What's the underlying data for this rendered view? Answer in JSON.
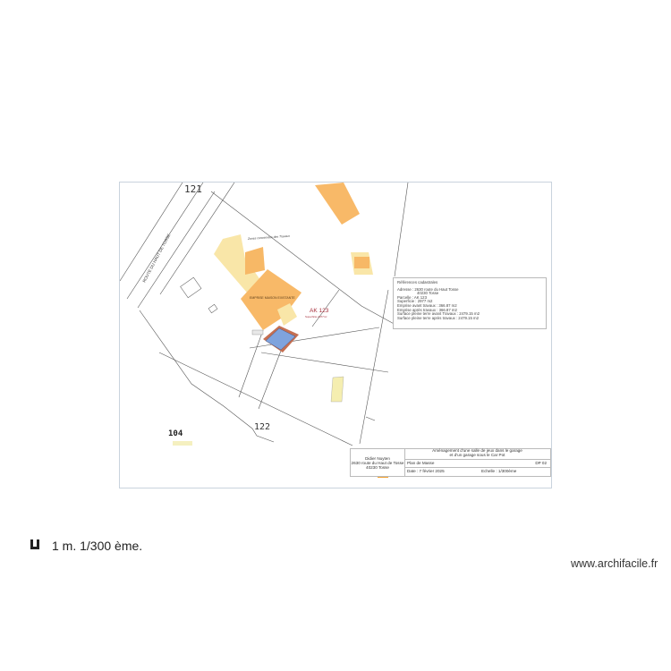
{
  "plan": {
    "parcel_numbers": {
      "north": "121",
      "south": "122",
      "southwest": "104",
      "main_label": "AK 123",
      "main_sublabel": "Superficie 2977m²"
    },
    "road_label": "ROUTE DU HAUT DE TOSSE",
    "annotation_handwritten": "Zones concernées des Travaux",
    "building_label": "EMPRISE MAISON EXISTANTE",
    "colors": {
      "building_orange": "#f8b968",
      "building_light": "#f9e6a8",
      "pool_blue": "#7fa3dd",
      "pool_border": "#c46f52",
      "parcel_label_red": "#a62d3a",
      "cartouche_arrow": "#f2a233",
      "line": "#4a4a4a"
    }
  },
  "references": {
    "title": "Références cadastrales",
    "address_line1": "Adresse : 2630 route du Haut Tosse",
    "address_line2": "40230 Tosse",
    "parcel": "Parcelle : AK 123",
    "area": "Superficie : 2977 m2",
    "footprint_before": "Emprise avant travaux : 366.87 m2",
    "footprint_after": "Emprise après travaux : 366.87 m2",
    "ground_before": "Surface pleine terre avant Travaux : 2479.15 m2",
    "ground_after": "Surface pleine terre après travaux : 2479.15 m2"
  },
  "cartouche": {
    "owner_name": "Didier Nuyten",
    "owner_address": "2630 route du Haut de Tosse",
    "owner_city": "40230 Tosse",
    "project_line1": "Aménagement d'une salle de jeux dans le garage",
    "project_line2": "et d'un garage sous le Car Pot",
    "plan_name": "Plan de Masse",
    "plan_code": "DP 02",
    "date": "Date : 7 février 2025",
    "scale": "Echelle : 1/300ème"
  },
  "footer": {
    "scale_text": "1 m. 1/300 ème.",
    "watermark": "www.archifacile.fr"
  }
}
